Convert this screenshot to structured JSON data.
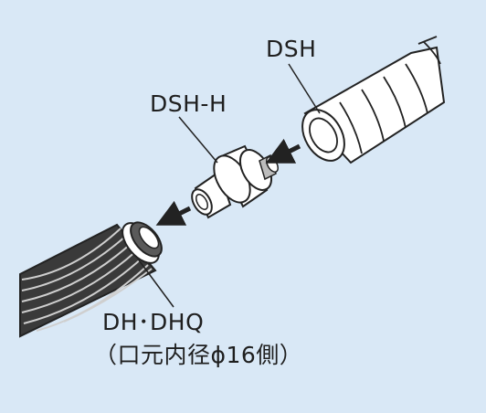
{
  "labels": {
    "dsh": "DSH",
    "dsh_h": "DSH-H",
    "dh_dhq": "DH･DHQ",
    "note": "（口元内径ϕ16側）"
  },
  "colors": {
    "background": "#d9e8f6",
    "stroke": "#222222",
    "part_fill": "#ffffff",
    "hose_fill": "#3b3b3b"
  },
  "icons": [
    "arrow-left-down-icon",
    "arrow-left-down-icon"
  ]
}
